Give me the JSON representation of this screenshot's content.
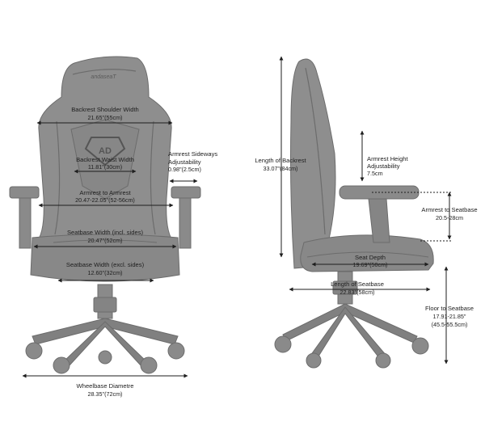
{
  "front_view": {
    "brand": "andaseaT",
    "backrest_shoulder": {
      "label": "Backrest Shoulder Width",
      "value": "21.65\"(55cm)"
    },
    "backrest_waist": {
      "label": "Backrest Waist Width",
      "value": "11.81\"(30cm)"
    },
    "armrest_to_armrest": {
      "label": "Armrest to Armrest",
      "value": "20.47-22.05\"(52-56cm)"
    },
    "armrest_sideways": {
      "label_line1": "Armrest Sideways",
      "label_line2": "Adjustability",
      "value": "0.98\"(2.5cm)"
    },
    "seatbase_incl": {
      "label": "Seatbase Width (incl. sides)",
      "value": "20.47\"(52cm)"
    },
    "seatbase_excl": {
      "label": "Seatbase Width (excl. sides)",
      "value": "12.60\"(32cm)"
    },
    "wheelbase": {
      "label": "Wheelbase Diametre",
      "value": "28.35\"(72cm)"
    }
  },
  "side_view": {
    "backrest_length": {
      "label": "Length of Backrest",
      "value": "33.07\"(84cm)"
    },
    "armrest_height": {
      "label_line1": "Armrest Height",
      "label_line2": "Adjustability",
      "value": "7.5cm"
    },
    "armrest_to_seatbase": {
      "label": "Armrest to Seatbase",
      "value": "20.5-28cm"
    },
    "seat_depth": {
      "label": "Seat Depth",
      "value": "19.69\"(50cm)"
    },
    "seatbase_length": {
      "label": "Length of Seatbase",
      "value": "22.83\"(58cm)"
    },
    "floor_to_seatbase": {
      "label": "Floor to Seatbase",
      "value_line1": "17.91-21.85\"",
      "value_line2": "(45.5-55.5cm)"
    }
  },
  "colors": {
    "chair": "#8e8e8e",
    "chair_dark": "#6c6c6c",
    "line": "#1e1e1e",
    "text": "#1e1e1e"
  }
}
